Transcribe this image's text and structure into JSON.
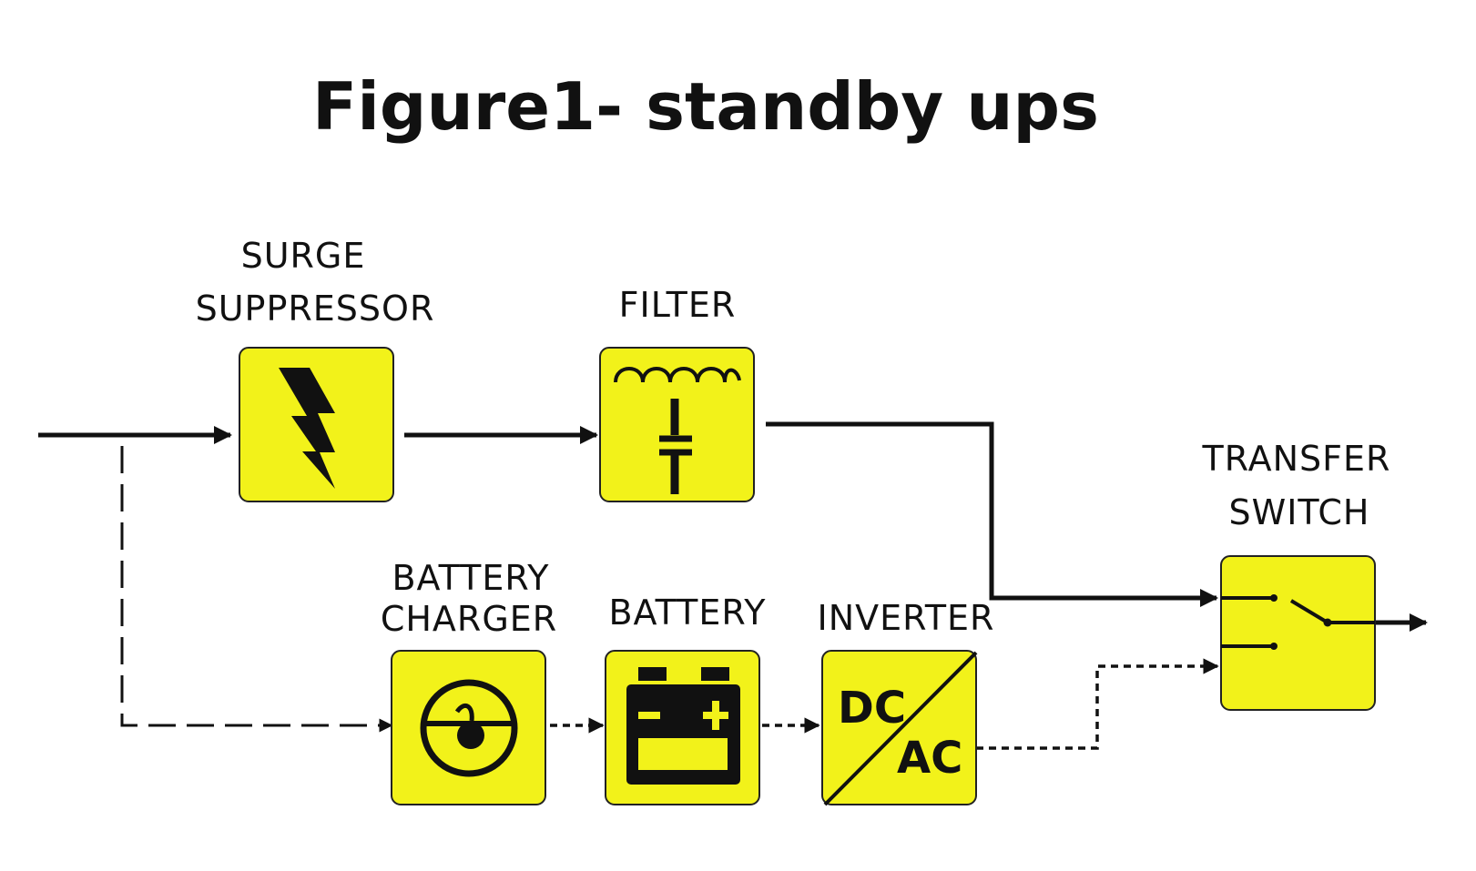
{
  "title": "Figure1- standby ups",
  "colors": {
    "box_fill": "#f2f21a",
    "line": "#111111"
  },
  "blocks": {
    "surge_suppressor": {
      "label_line1": "SURGE",
      "label_line2": "SUPPRESSOR",
      "icon": "lightning-bolt-icon"
    },
    "filter": {
      "label": "FILTER",
      "icon": "inductor-capacitor-icon"
    },
    "transfer_switch": {
      "label_line1": "TRANSFER",
      "label_line2": "SWITCH",
      "icon": "switch-icon"
    },
    "battery_charger": {
      "label_line1": "BATTERY",
      "label_line2": "CHARGER",
      "icon": "charger-icon"
    },
    "battery": {
      "label": "BATTERY",
      "icon": "battery-icon",
      "minus": "−",
      "plus": "+"
    },
    "inverter": {
      "label": "INVERTER",
      "dc_text": "DC",
      "ac_text": "AC"
    }
  },
  "connections": [
    {
      "from": "input",
      "to": "surge_suppressor",
      "style": "solid"
    },
    {
      "from": "surge_suppressor",
      "to": "filter",
      "style": "solid"
    },
    {
      "from": "filter",
      "to": "transfer_switch",
      "style": "solid"
    },
    {
      "from": "input",
      "to": "battery_charger",
      "style": "dashed"
    },
    {
      "from": "battery_charger",
      "to": "battery",
      "style": "dotted"
    },
    {
      "from": "battery",
      "to": "inverter",
      "style": "dotted"
    },
    {
      "from": "inverter",
      "to": "transfer_switch",
      "style": "dotted"
    },
    {
      "from": "transfer_switch",
      "to": "output",
      "style": "solid"
    }
  ]
}
